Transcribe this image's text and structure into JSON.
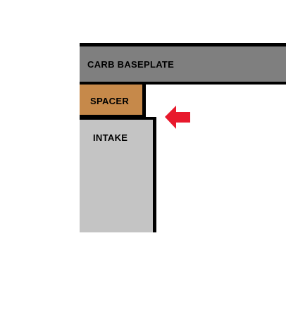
{
  "diagram": {
    "blocks": {
      "carb_baseplate": {
        "label": "CARB BASEPLATE",
        "color": "#7f7f7f"
      },
      "spacer": {
        "label": "SPACER",
        "color": "#c6894a"
      },
      "intake": {
        "label": "INTAKE",
        "color": "#c4c4c4"
      }
    },
    "outline_color": "#000000",
    "arrow": {
      "icon": "arrow-left-icon",
      "color": "#e8192c"
    }
  }
}
